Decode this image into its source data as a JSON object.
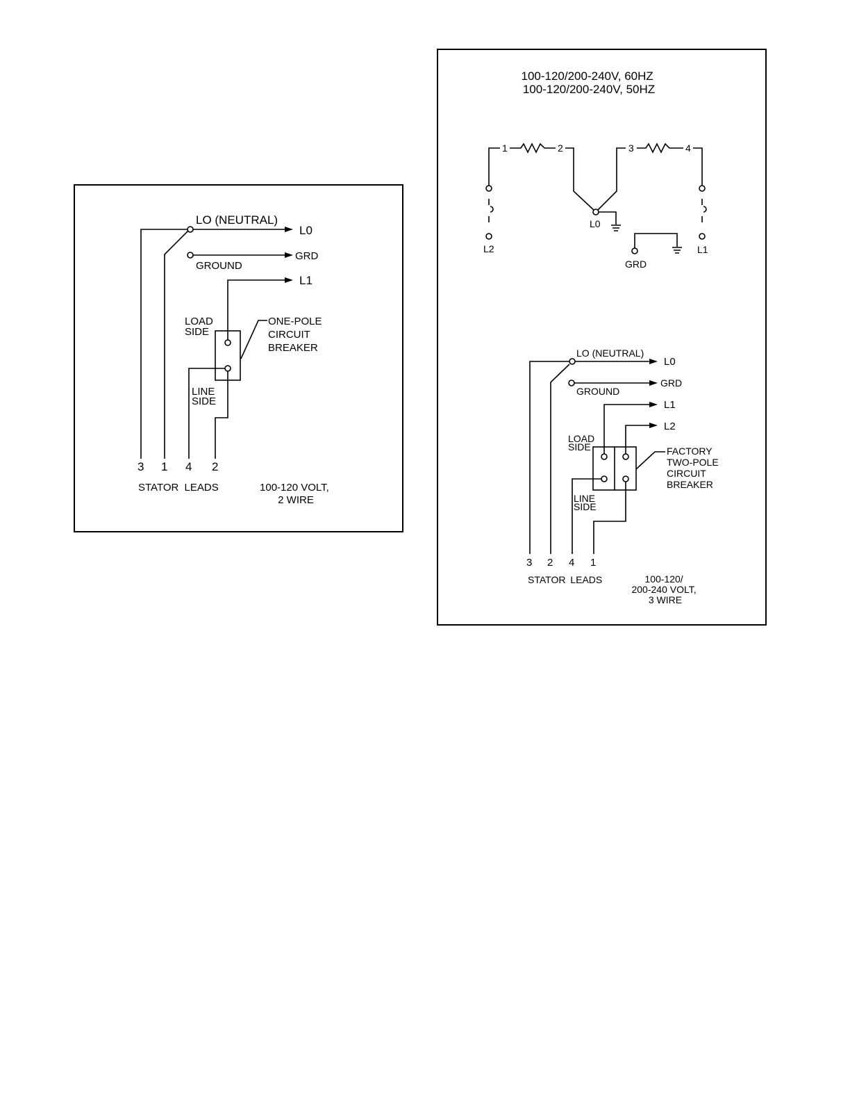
{
  "left_diagram": {
    "lo_neutral": "LO (NEUTRAL)",
    "out_lo": "L0",
    "ground": "GROUND",
    "out_grd": "GRD",
    "out_l1": "L1",
    "load_side": [
      "LOAD",
      "SIDE"
    ],
    "breaker": [
      "ONE-POLE",
      "CIRCUIT",
      "BREAKER"
    ],
    "line_side": [
      "LINE",
      "SIDE"
    ],
    "lead_numbers": [
      "3",
      "1",
      "4",
      "2"
    ],
    "stator_leads": "STATOR LEADS",
    "rating": [
      "100-120 VOLT,",
      "2 WIRE"
    ]
  },
  "right_diagram": {
    "freq_lines": [
      "100-120/200-240V, 60HZ",
      "100-120/200-240V, 50HZ"
    ],
    "winding_terms": [
      "1",
      "2",
      "3",
      "4"
    ],
    "schem_l2": "L2",
    "schem_lo": "L0",
    "schem_grd": "GRD",
    "schem_l1": "L1",
    "lo_neutral": "LO (NEUTRAL)",
    "out_lo": "L0",
    "ground": "GROUND",
    "out_grd": "GRD",
    "out_l1": "L1",
    "out_l2": "L2",
    "load_side": [
      "LOAD",
      "SIDE"
    ],
    "breaker": [
      "FACTORY",
      "TWO-POLE",
      "CIRCUIT",
      "BREAKER"
    ],
    "line_side": [
      "LINE",
      "SIDE"
    ],
    "lead_numbers": [
      "3",
      "2",
      "4",
      "1"
    ],
    "stator_leads": "STATOR LEADS",
    "rating": [
      "100-120/",
      "200-240 VOLT,",
      "3 WIRE"
    ]
  }
}
